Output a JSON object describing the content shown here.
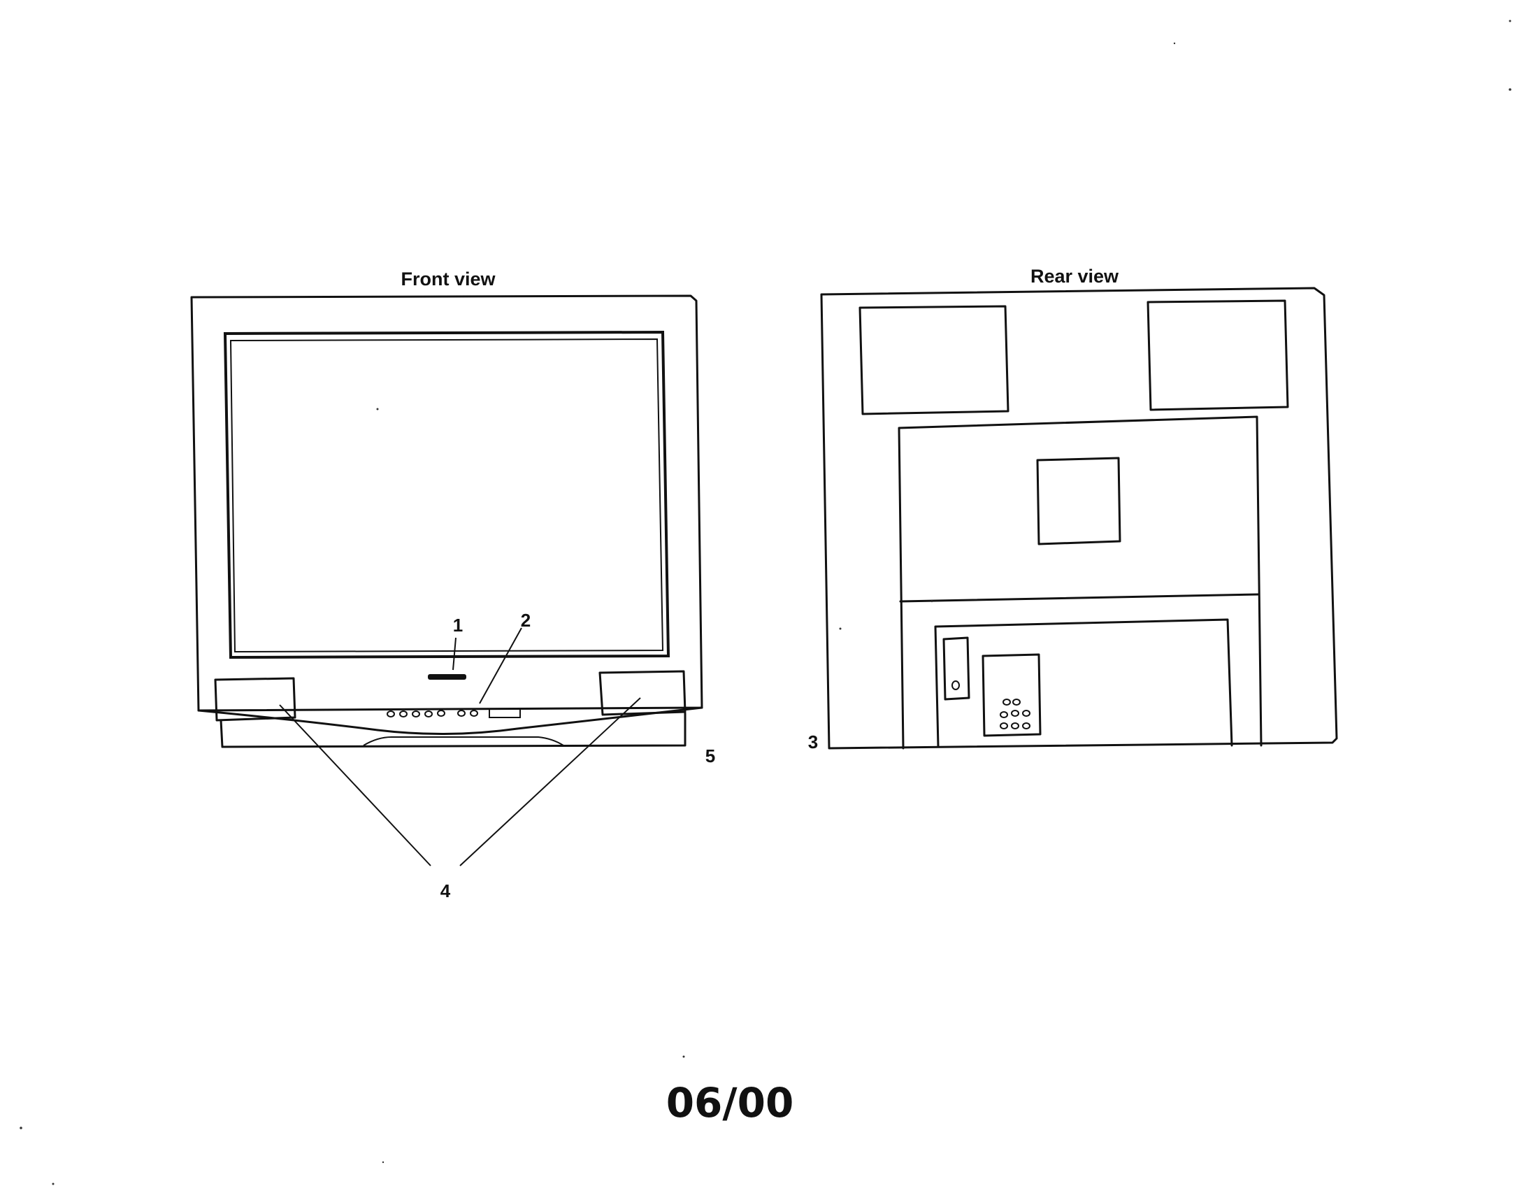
{
  "front_view": {
    "title": "Front view",
    "callouts": [
      "1",
      "2",
      "4",
      "5"
    ]
  },
  "rear_view": {
    "title": "Rear view",
    "callouts": [
      "3"
    ]
  },
  "footer": {
    "date_code": "06/00"
  }
}
